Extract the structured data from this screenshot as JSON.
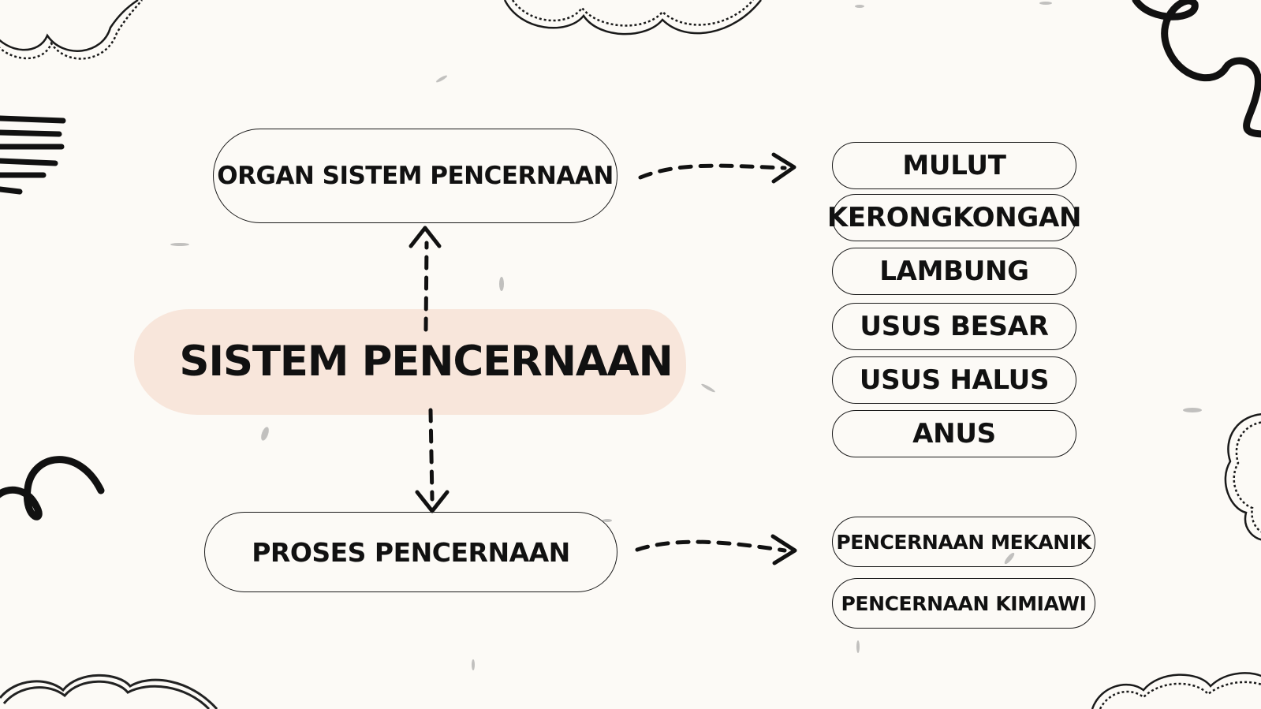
{
  "diagram": {
    "title": "SISTEM PENCERNAAN",
    "branches": [
      {
        "label": "ORGAN SISTEM PENCERNAAN",
        "items": [
          "MULUT",
          "KERONGKONGAN",
          "LAMBUNG",
          "USUS BESAR",
          "USUS HALUS",
          "ANUS"
        ]
      },
      {
        "label": "PROSES PENCERNAAN",
        "items": [
          "PENCERNAAN MEKANIK",
          "PENCERNAAN KIMIAWI"
        ]
      }
    ]
  },
  "colors": {
    "background": "#fcfaf6",
    "highlight": "#f8e6db",
    "ink": "#111111"
  }
}
